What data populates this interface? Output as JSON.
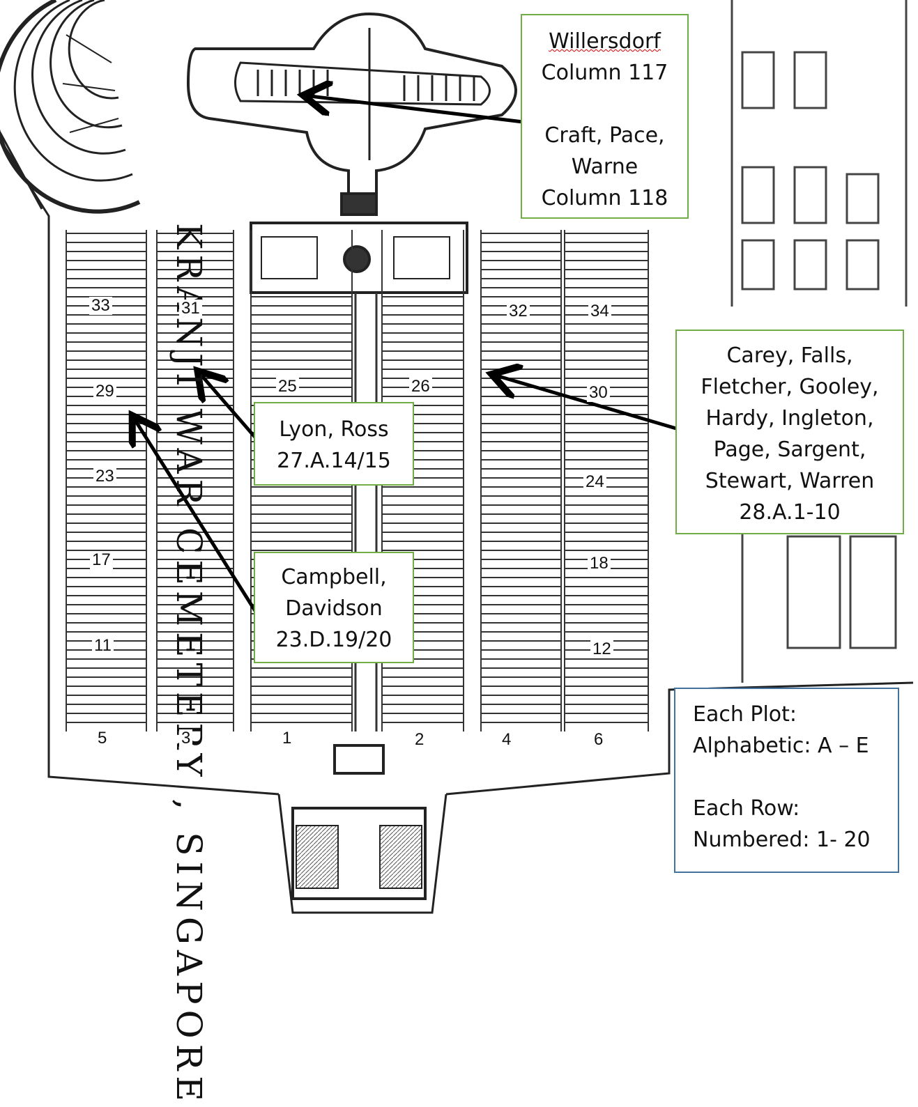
{
  "map_title": "KRANJI WAR CEMETERY , SINGAPORE",
  "callouts": {
    "willersdorf": {
      "line1": "Willersdorf",
      "line2": "Column 117",
      "line3": "Craft, Pace,",
      "line4": "Warne",
      "line5": "Column 118"
    },
    "carey": {
      "line1": "Carey, Falls,",
      "line2": "Fletcher, Gooley,",
      "line3": "Hardy, Ingleton,",
      "line4": "Page, Sargent,",
      "line5": "Stewart, Warren",
      "line6": "28.A.1-10"
    },
    "lyon": {
      "line1": "Lyon, Ross",
      "line2": "27.A.14/15"
    },
    "campbell": {
      "line1": "Campbell,",
      "line2": "Davidson",
      "line3": "23.D.19/20"
    },
    "legend": {
      "line1": "Each Plot:",
      "line2": "Alphabetic: A – E",
      "line3": "Each Row:",
      "line4": "Numbered: 1- 20"
    }
  },
  "plots": {
    "p33": "33",
    "p31": "31",
    "p32": "32",
    "p34": "34",
    "p29": "29",
    "p25": "25",
    "p26": "26",
    "p30": "30",
    "p23": "23",
    "p24": "24",
    "p17": "17",
    "p18": "18",
    "p11": "11",
    "p12": "12",
    "p5": "5",
    "p3": "3",
    "p1": "1",
    "p2": "2",
    "p4": "4",
    "p6": "6"
  }
}
